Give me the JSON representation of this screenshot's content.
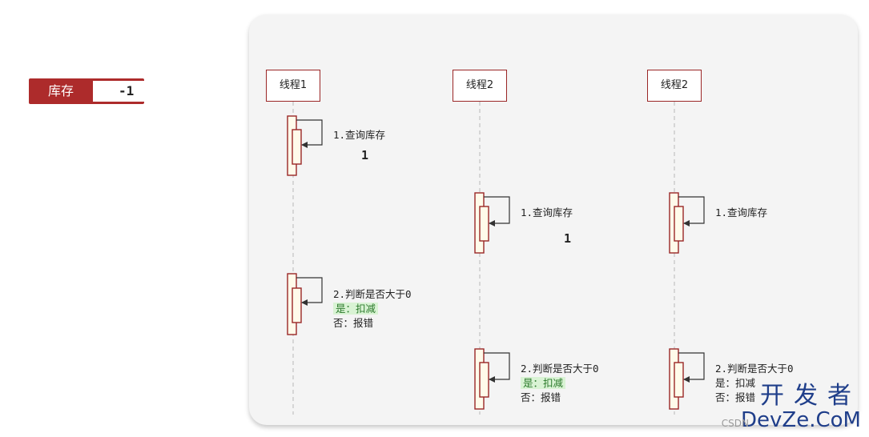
{
  "stock": {
    "label": "库存",
    "value": "-1"
  },
  "threads": [
    {
      "name": "线程1",
      "query_label": "1.查询库存",
      "query_value": "1",
      "check_lines": [
        "2.判断是否大于0",
        "是：扣减",
        "否：报错"
      ]
    },
    {
      "name": "线程2",
      "query_label": "1.查询库存",
      "query_value": "1",
      "check_lines": [
        "2.判断是否大于0",
        "是：扣减",
        "否：报错"
      ]
    },
    {
      "name": "线程2",
      "query_label": "1.查询库存",
      "check_lines": [
        "2.判断是否大于0",
        "是：扣减",
        "否：报错"
      ]
    }
  ],
  "colors": {
    "accent": "#ad2b2b",
    "highlight_bg": "#d9f3d4",
    "highlight_text": "#2c7a2c",
    "panel": "#f4f4f4"
  },
  "watermark": {
    "cn": "开发者",
    "en": "DevZe.CoM",
    "source": "CSDN"
  }
}
